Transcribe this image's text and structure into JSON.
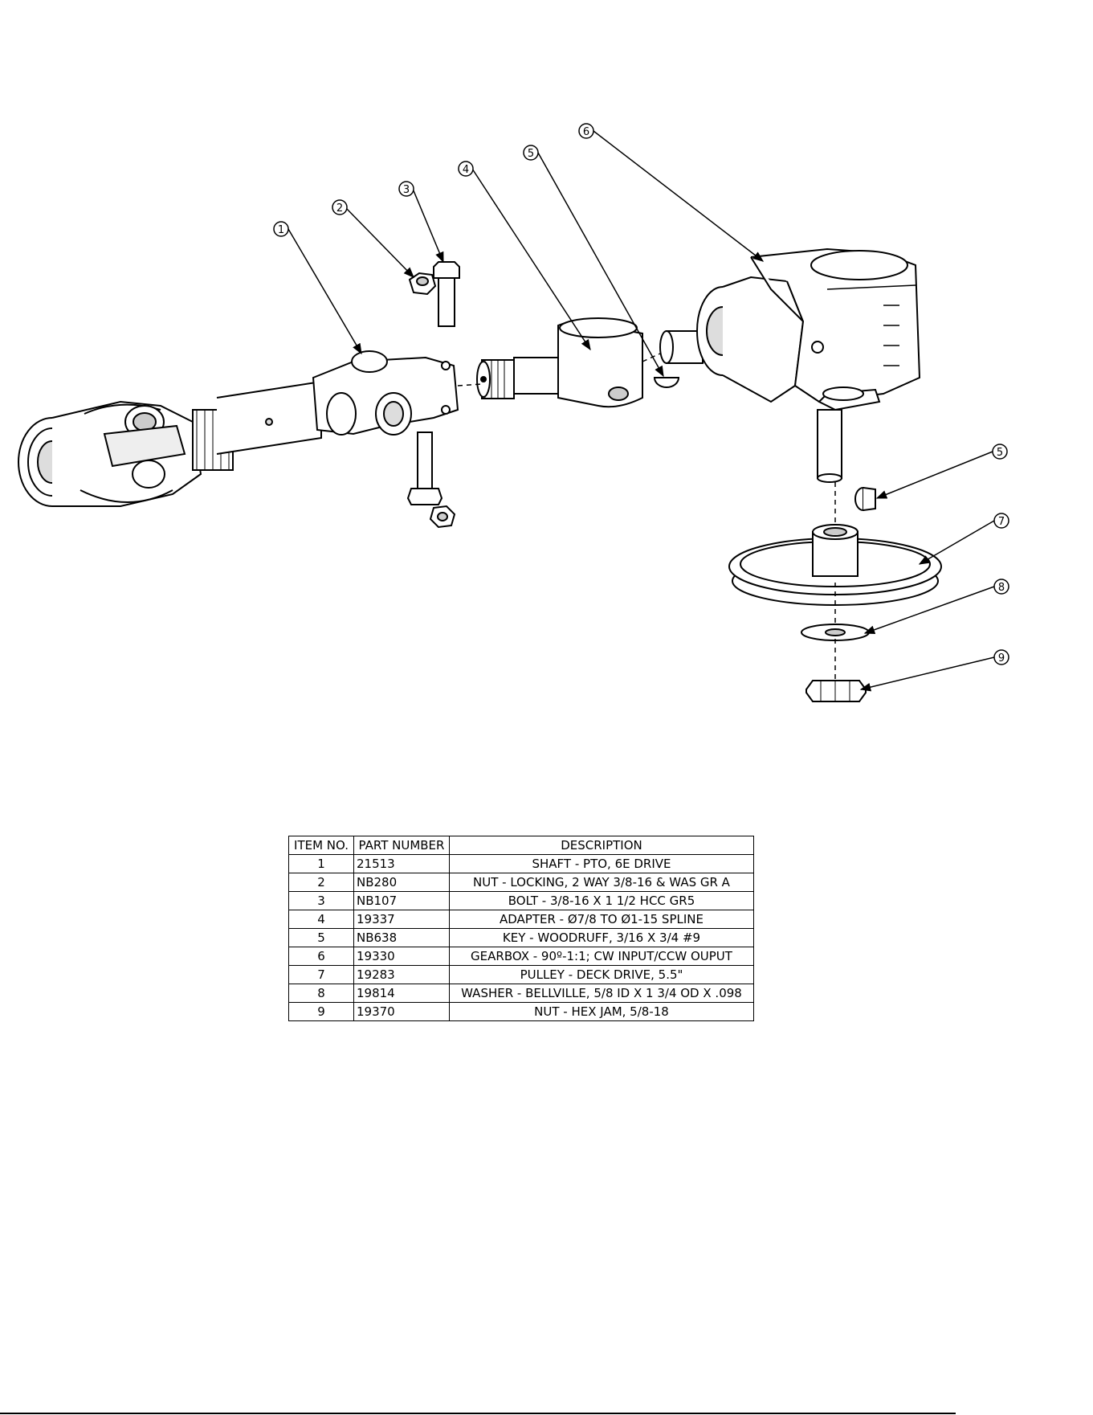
{
  "callouts": [
    "1",
    "2",
    "3",
    "4",
    "5",
    "6",
    "5",
    "7",
    "8",
    "9"
  ],
  "bom": {
    "headers": [
      "ITEM NO.",
      "PART NUMBER",
      "DESCRIPTION"
    ],
    "rows": [
      {
        "item": "1",
        "part": "21513",
        "desc": "SHAFT - PTO, 6E DRIVE"
      },
      {
        "item": "2",
        "part": "NB280",
        "desc": "NUT - LOCKING, 2 WAY 3/8-16 & WAS GR A"
      },
      {
        "item": "3",
        "part": "NB107",
        "desc": "BOLT - 3/8-16 X 1 1/2 HCC GR5"
      },
      {
        "item": "4",
        "part": "19337",
        "desc": "ADAPTER - Ø7/8 TO Ø1-15 SPLINE"
      },
      {
        "item": "5",
        "part": "NB638",
        "desc": "KEY - WOODRUFF, 3/16 X 3/4 #9"
      },
      {
        "item": "6",
        "part": "19330",
        "desc": "GEARBOX - 90º-1:1; CW INPUT/CCW OUPUT"
      },
      {
        "item": "7",
        "part": "19283",
        "desc": "PULLEY - DECK DRIVE, 5.5\""
      },
      {
        "item": "8",
        "part": "19814",
        "desc": "WASHER - BELLVILLE, 5/8 ID X 1 3/4 OD X .098"
      },
      {
        "item": "9",
        "part": "19370",
        "desc": "NUT - HEX JAM, 5/8-18"
      }
    ]
  }
}
